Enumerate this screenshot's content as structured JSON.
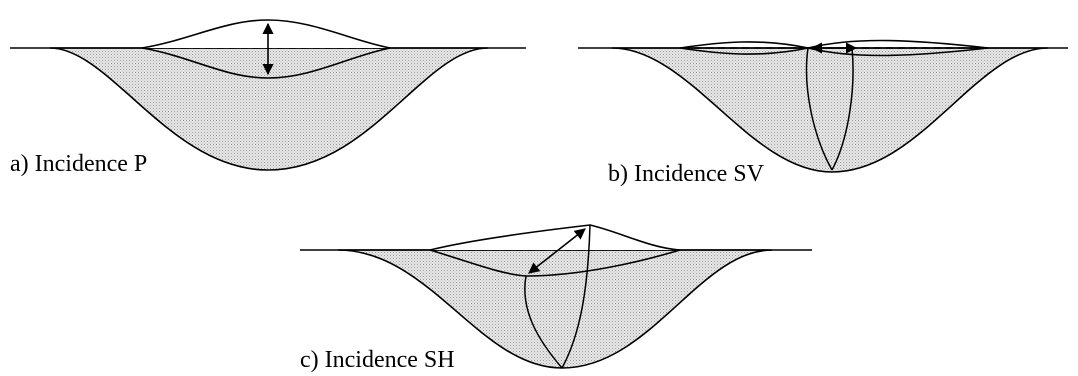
{
  "captions": {
    "a": "a) Incidence P",
    "b": "b) Incidence SV",
    "c": "c) Incidence SH"
  },
  "colors": {
    "basin_fill": "#d4d4d4",
    "stroke": "#000000"
  }
}
